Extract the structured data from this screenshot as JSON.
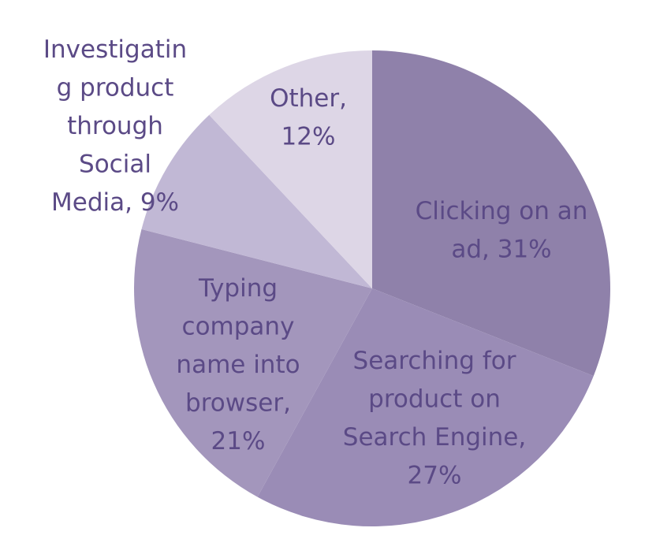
{
  "chart_data": {
    "type": "pie",
    "title": "",
    "legend": "none",
    "slices": [
      {
        "label_lines": [
          "Clicking on an",
          "ad, 31%"
        ],
        "value": 31,
        "color": "#8f81aa",
        "text_color": "#5b4a86"
      },
      {
        "label_lines": [
          "Searching for",
          "product on",
          "Search Engine,",
          "27%"
        ],
        "value": 27,
        "color": "#9a8cb6",
        "text_color": "#5b4a86"
      },
      {
        "label_lines": [
          "Typing",
          "company",
          "name into",
          "browser,",
          "21%"
        ],
        "value": 21,
        "color": "#a396bc",
        "text_color": "#5b4a86"
      },
      {
        "label_lines": [
          "Investigatin",
          "g product",
          "through",
          "Social",
          "Media, 9%"
        ],
        "value": 9,
        "color": "#c1b8d5",
        "text_color": "#5b4a86"
      },
      {
        "label_lines": [
          "Other,",
          "12%"
        ],
        "value": 12,
        "color": "#ddd6e6",
        "text_color": "#5b4a86"
      }
    ]
  }
}
